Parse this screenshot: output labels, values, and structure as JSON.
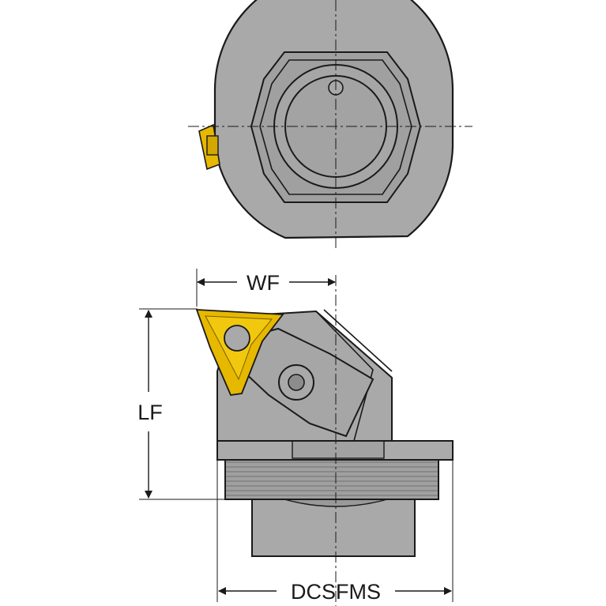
{
  "dimensions": {
    "wf": "WF",
    "lf": "LF",
    "dcsfms": "DCSFMS"
  },
  "colors": {
    "body": "#a9a9a9",
    "body_dark": "#8c8c8c",
    "outline": "#1a1a1a",
    "insert": "#e6b800",
    "background": "#ffffff"
  }
}
